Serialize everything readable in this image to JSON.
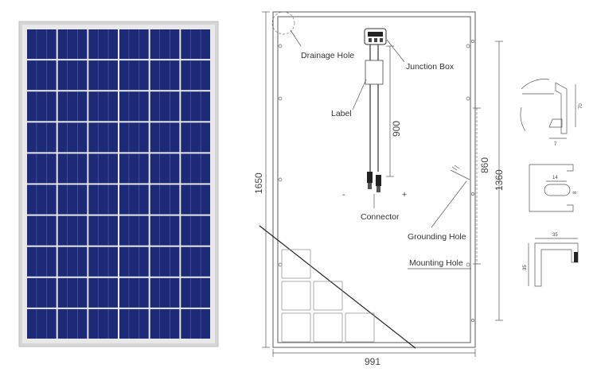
{
  "panel_photo": {
    "cell_color": "#1c2a78",
    "frame_color": "#d4d4d4",
    "columns": 6,
    "rows": 10
  },
  "labels": {
    "drainage_hole": "Drainage Hole",
    "junction_box": "Junction Box",
    "label": "Label",
    "connector": "Connector",
    "grounding_hole": "Grounding Hole",
    "mounting_hole": "Mounting Hole",
    "minus_sign": "-",
    "plus_sign": "+"
  },
  "dimensions": {
    "length": "1650",
    "width": "991",
    "cable_length": "900",
    "mount_spacing_inner": "860",
    "mount_spacing_outer": "1360"
  },
  "profile_details": {
    "detail_a_height": "70",
    "detail_a_small": "7",
    "detail_b_width": "14",
    "detail_b_height": "8",
    "detail_c_width": "35",
    "detail_c_height": "35"
  }
}
